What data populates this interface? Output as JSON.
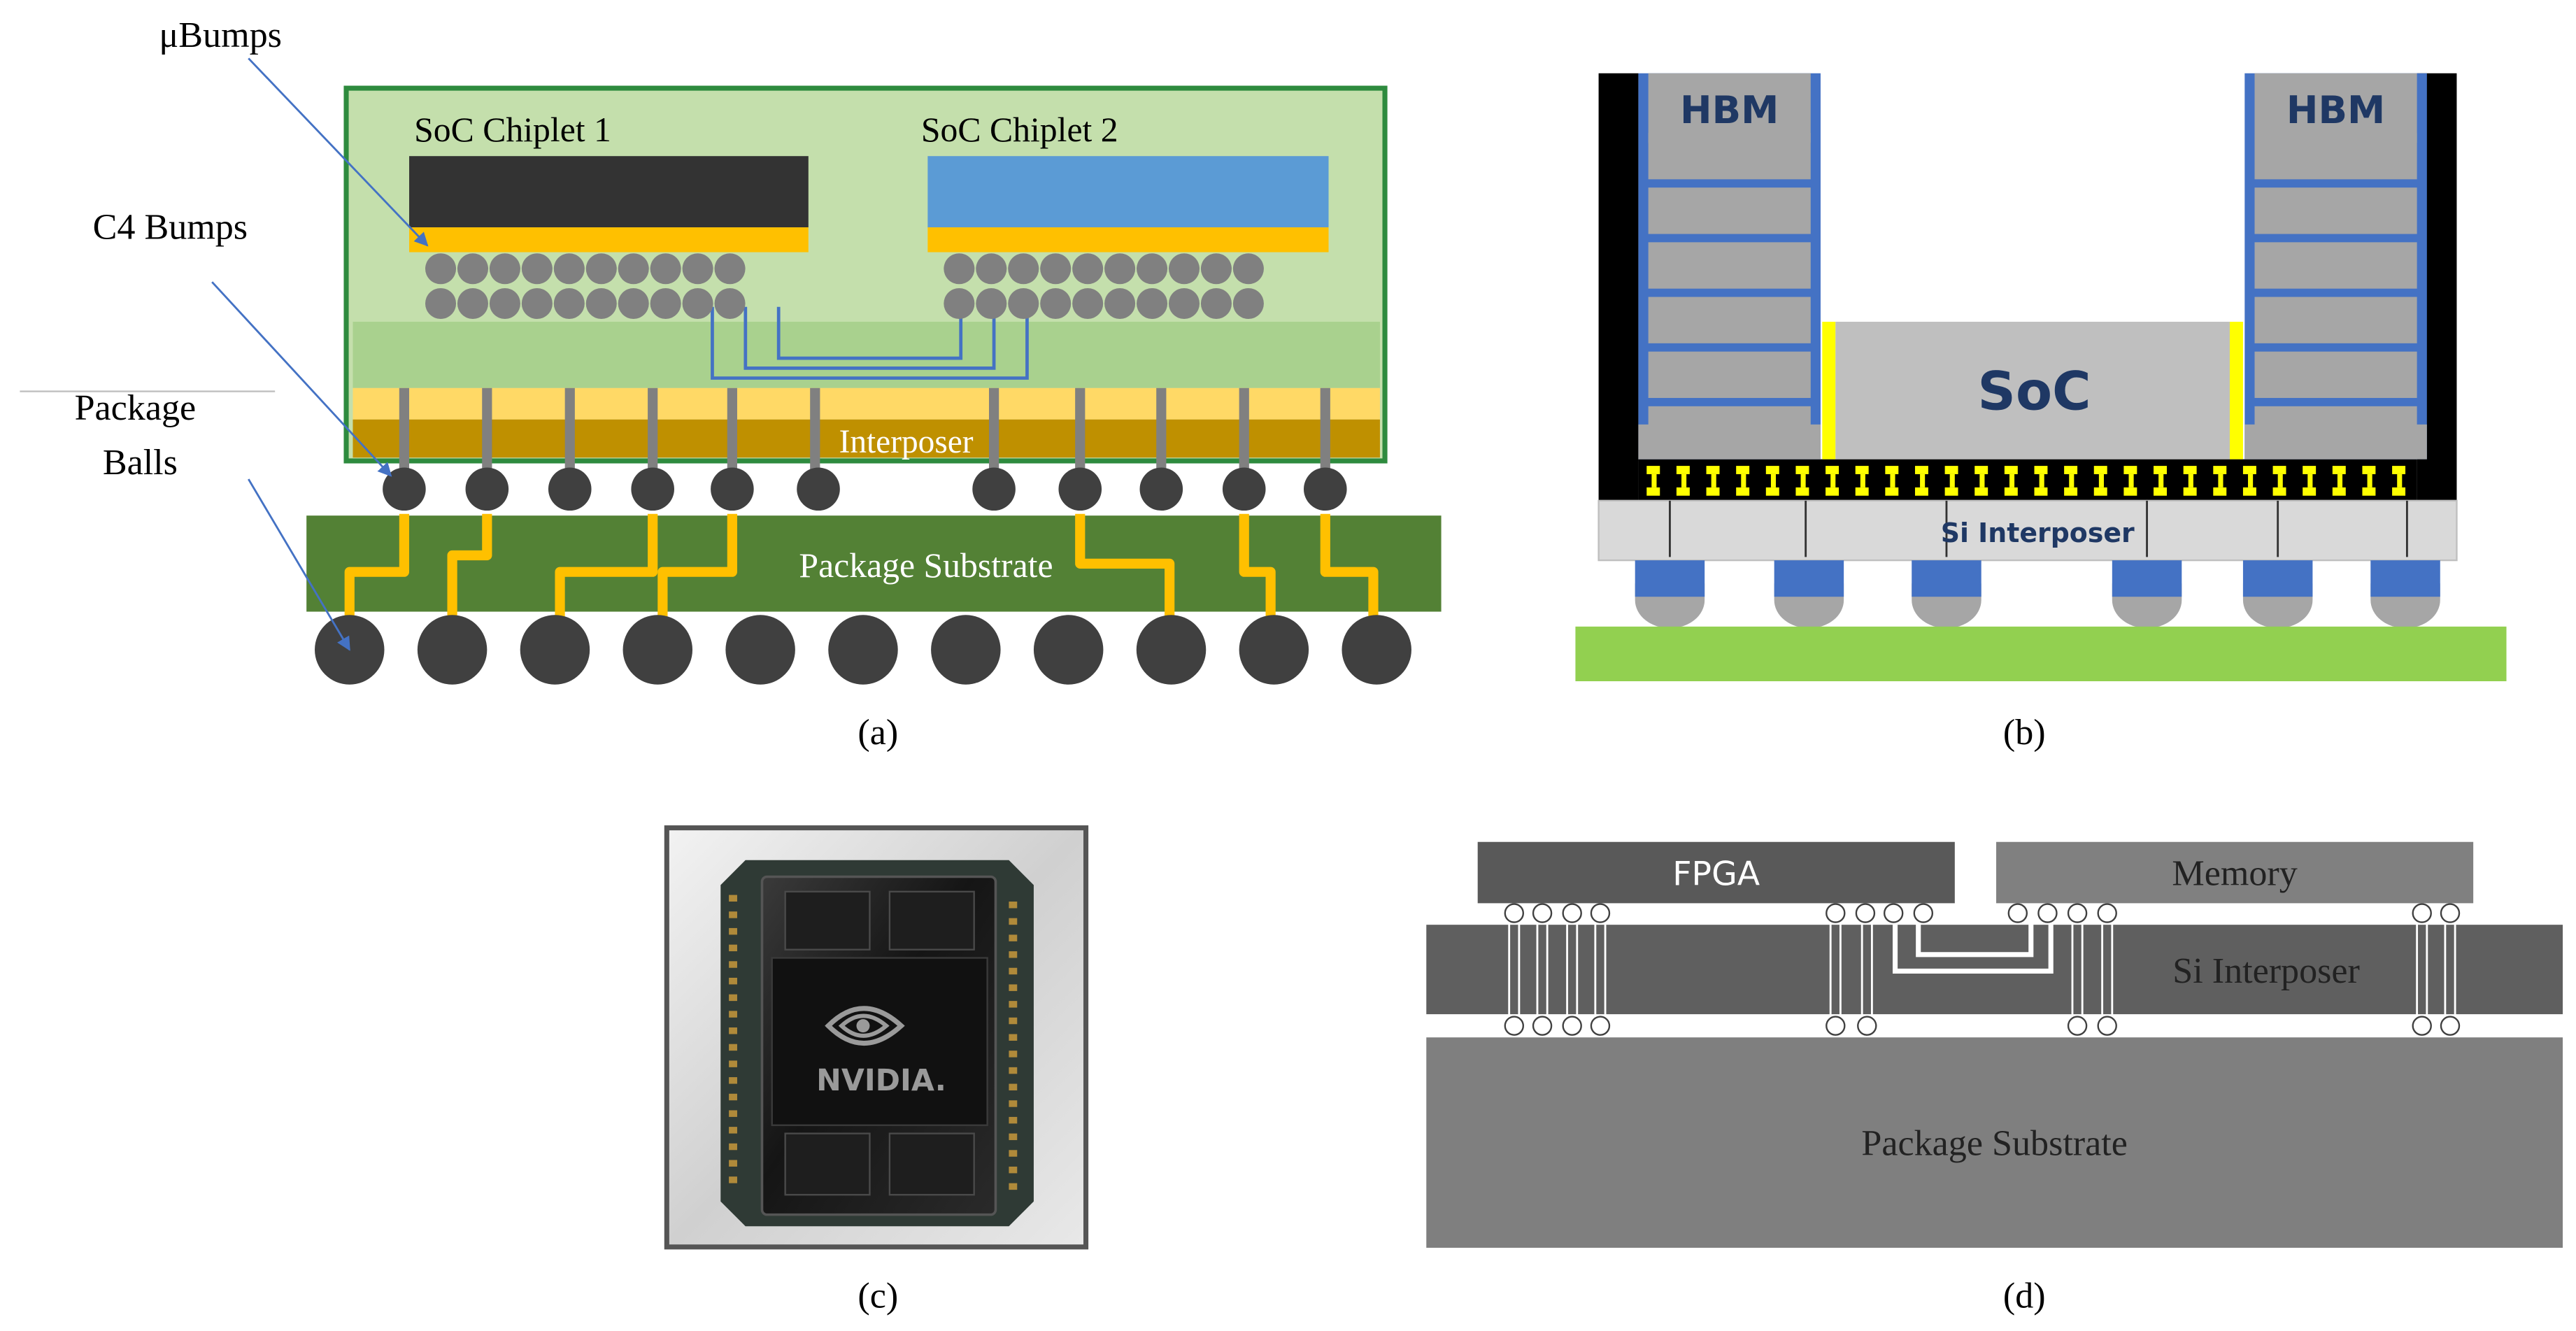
{
  "panel_a": {
    "label": "(a)",
    "ubumps_label": "μBumps",
    "c4_label": "C4 Bumps",
    "package_balls_line1": "Package",
    "package_balls_line2": "Balls",
    "chiplet1_label": "SoC Chiplet 1",
    "chiplet2_label": "SoC Chiplet 2",
    "interposer_label": "Interposer",
    "substrate_label": "Package Substrate",
    "colors": {
      "frame": "#2e8b3e",
      "bg": "#c4dfac",
      "chiplet1": "#333333",
      "chiplet2": "#5b9bd5",
      "pad": "#ffc000",
      "interposer": "#a9d18e",
      "substrate": "#538135",
      "ball": "#404040"
    }
  },
  "panel_b": {
    "label": "(b)",
    "hbm_left_label": "HBM",
    "hbm_right_label": "HBM",
    "soc_label": "SoC",
    "interposer_label": "Si Interposer",
    "colors": {
      "mold": "#000000",
      "hbm": "#a6a6a6",
      "hbm_frame": "#4472c4",
      "soc": "#bfbfbf",
      "bump": "#ffff00",
      "interposer": "#d9d9d9",
      "substrate": "#92d050"
    }
  },
  "panel_c": {
    "label": "(c)",
    "logo_text": "NVIDIA."
  },
  "panel_d": {
    "label": "(d)",
    "fpga_label": "FPGA",
    "memory_label": "Memory",
    "interposer_label": "Si Interposer",
    "substrate_label": "Package Substrate",
    "colors": {
      "fpga": "#595959",
      "memory": "#808080",
      "interposer": "#5f5f5f",
      "substrate": "#7f7f7f"
    }
  }
}
